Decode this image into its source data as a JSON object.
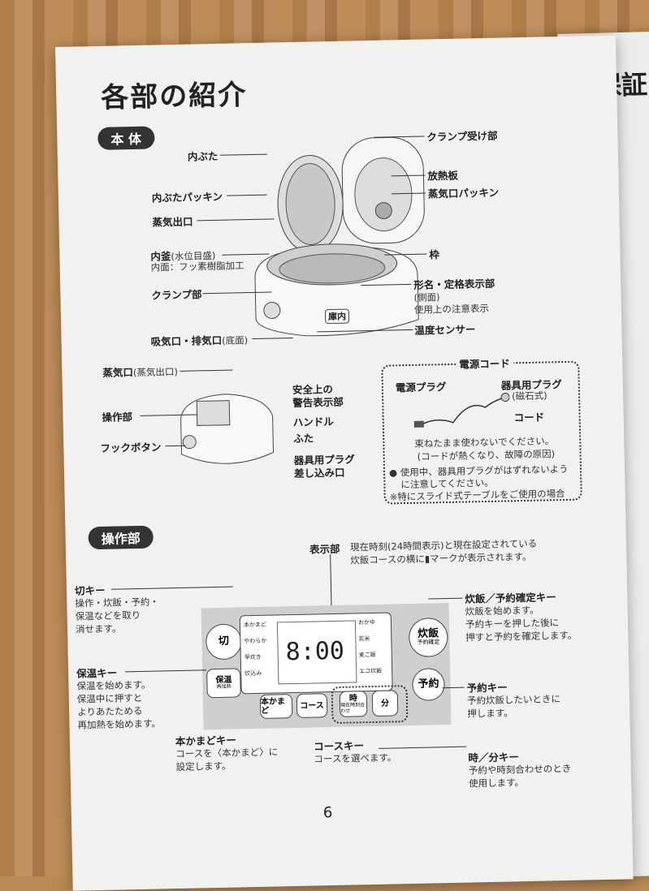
{
  "page_title": "各部の紹介",
  "sections": {
    "body": "本 体",
    "controls": "操作部"
  },
  "body_labels": {
    "inner_lid": "内ぶた",
    "inner_lid_packing": "内ぶたパッキン",
    "steam_outlet": "蒸気出口",
    "inner_pot": "内釜",
    "inner_pot_note": "(水位目盛)",
    "inner_pot_coating": "内面：フッ素樹脂加工",
    "clamp": "クランプ部",
    "intake": "吸気口・排気口",
    "intake_note": "(底面)",
    "clamp_receiver": "クランプ受け部",
    "heat_plate": "放熱板",
    "steam_packing": "蒸気口パッキン",
    "frame": "枠",
    "model_label": "形名・定格表示部",
    "model_side": "(側面)",
    "model_note": "使用上の注意表示",
    "temp_sensor": "温度センサー",
    "warehouse_mark": "庫内",
    "steam_port": "蒸気口",
    "steam_port_note": "(蒸気出口)",
    "control_unit": "操作部",
    "hook_button": "フックボタン",
    "safety_label_1": "安全上の",
    "safety_label_2": "警告表示部",
    "handle": "ハンドル",
    "lid": "ふた",
    "appliance_plug_1": "器具用プラグ",
    "appliance_plug_2": "差し込み口"
  },
  "cord_box": {
    "title": "電源コード",
    "power_plug": "電源プラグ",
    "appliance_plug": "器具用プラグ",
    "appliance_plug_note": "(磁石式)",
    "cord": "コード",
    "note1": "束ねたまま使わないでください。",
    "note2": "(コードが熱くなり、故障の原因)",
    "bullet1a": "● 使用中、器具用プラグがはずれないよう",
    "bullet1b": "に注意してください。",
    "bullet2": "※特にスライド式テーブルをご使用の場合"
  },
  "controls": {
    "display_label": "表示部",
    "display_desc_1": "現在時刻(24時間表示)と現在設定されている",
    "display_desc_2": "炊飯コースの横に▮マークが表示されます。",
    "off_key": "切キー",
    "off_desc_1": "操作・炊飯・予約・",
    "off_desc_2": "保温などを取り",
    "off_desc_3": "消せます。",
    "keep_warm_key": "保温キー",
    "keep_warm_desc_1": "保温を始めます。",
    "keep_warm_desc_2": "保温中に押すと",
    "keep_warm_desc_3": "よりあたためる",
    "keep_warm_desc_4": "再加熱を始めます。",
    "honkamado_key": "本かまどキー",
    "honkamado_desc_1": "コースを〈本かまど〉に",
    "honkamado_desc_2": "設定します。",
    "course_key": "コースキー",
    "course_desc": "コースを選べます。",
    "cook_key": "炊飯／予約確定キー",
    "cook_desc_1": "炊飯を始めます。",
    "cook_desc_2": "予約キーを押した後に",
    "cook_desc_3": "押すと予約を確定します。",
    "reserve_key": "予約キー",
    "reserve_desc_1": "予約炊飯したいときに",
    "reserve_desc_2": "押します。",
    "time_key": "時／分キー",
    "time_desc_1": "予約や時刻合わせのとき",
    "time_desc_2": "使用します。"
  },
  "panel": {
    "off": "切",
    "keep_warm": "保温",
    "keep_warm_sub": "再加熱",
    "cook": "炊飯",
    "cook_sub": "予約確定",
    "reserve": "予約",
    "honkamado": "本かまど",
    "course": "コース",
    "hour": "時",
    "hour_sub": "現在時刻合わせ",
    "minute": "分",
    "clock": "8:00",
    "courses_left": [
      "本かまど",
      "やわらか",
      "早炊き",
      "炊込み"
    ],
    "courses_right": [
      "おかゆ",
      "玄米",
      "麦ご飯",
      "エコ炊飯"
    ]
  },
  "page_number": "6",
  "right_page": {
    "title": "保証"
  }
}
